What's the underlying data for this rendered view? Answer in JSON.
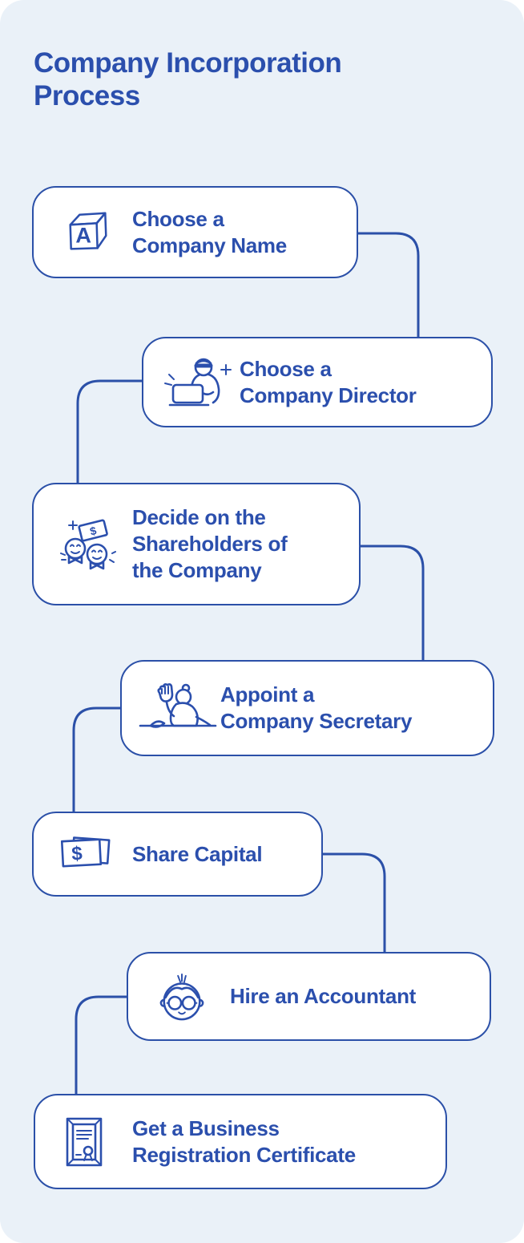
{
  "page": {
    "title": "Company Incorporation\nProcess"
  },
  "colors": {
    "background": "#EAF1F8",
    "card_fill": "#FFFFFF",
    "outline_blue": "#2B50A8",
    "text_blue": "#2B4FAD"
  },
  "icon_glyphs": {
    "block_letter": "A",
    "bill_symbol": "$",
    "capital_symbol": "$"
  },
  "steps": [
    {
      "label": "Choose a\nCompany Name",
      "icon": "letter-block-icon"
    },
    {
      "label": "Choose a\nCompany Director",
      "icon": "person-laptop-icon"
    },
    {
      "label": "Decide on the\nShareholders of\nthe Company",
      "icon": "shareholders-icon"
    },
    {
      "label": "Appoint a\nCompany Secretary",
      "icon": "waving-person-icon"
    },
    {
      "label": "Share Capital",
      "icon": "banknotes-icon"
    },
    {
      "label": "Hire an Accountant",
      "icon": "accountant-face-icon"
    },
    {
      "label": "Get a Business\nRegistration Certificate",
      "icon": "certificate-icon"
    }
  ],
  "connections": [
    "step-1-to-step-2",
    "step-2-to-step-3",
    "step-3-to-step-4",
    "step-4-to-step-5",
    "step-5-to-step-6",
    "step-6-to-step-7"
  ]
}
